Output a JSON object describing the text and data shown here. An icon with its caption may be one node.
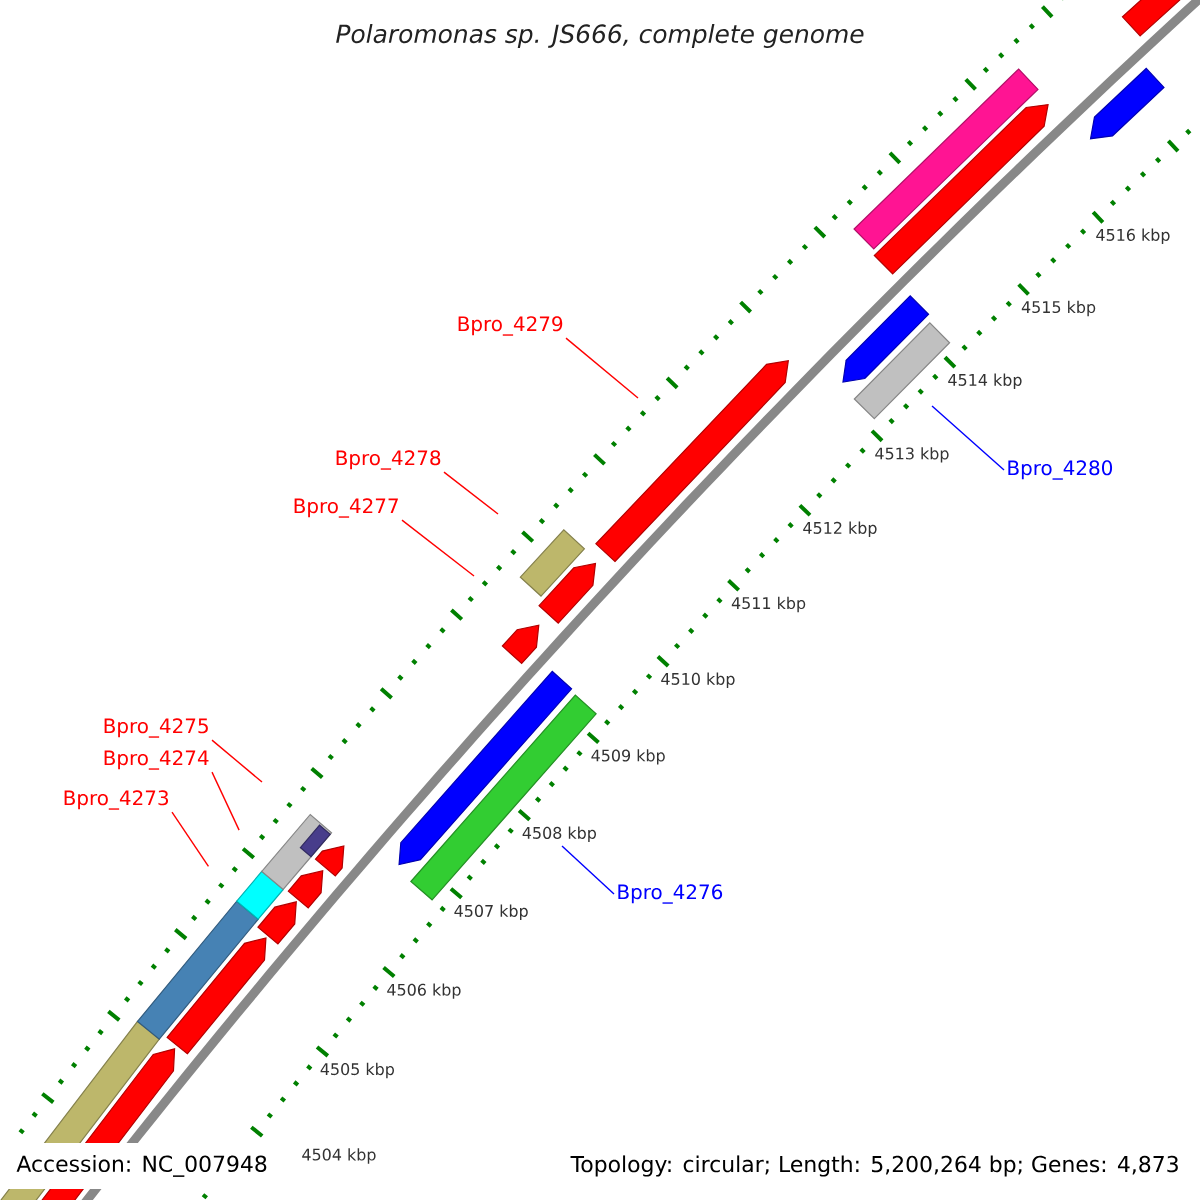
{
  "diagram": {
    "title": "Polaromonas sp. JS666, complete genome",
    "nodes": [
      {
        "text": [
          "Bpro_4279"
        ]
      },
      {
        "text": [
          "Bpro_4278"
        ]
      },
      {
        "text": [
          "Bpro_4280"
        ]
      },
      {
        "text": [
          "Bpro_4277"
        ]
      },
      {
        "text": [
          "Bpro_4275"
        ]
      },
      {
        "text": [
          "Bpro_4274"
        ]
      },
      {
        "text": [
          "Bpro_4273"
        ]
      },
      {
        "text": [
          "Bpro_4276"
        ]
      }
    ],
    "edges": [
      {
        "from": 0,
        "to": null,
        "arrow": "none"
      },
      {
        "from": 1,
        "to": null,
        "arrow": "none"
      },
      {
        "from": 2,
        "to": null,
        "arrow": "none",
        "color": "#0000ff"
      },
      {
        "from": 3,
        "to": null,
        "arrow": "none"
      },
      {
        "from": 4,
        "to": null,
        "arrow": "none"
      },
      {
        "from": 5,
        "to": null,
        "arrow": "none"
      },
      {
        "from": 6,
        "to": null,
        "arrow": "none"
      },
      {
        "from": 7,
        "to": null,
        "arrow": "none",
        "color": "#0000ff"
      }
    ],
    "labels": [
      "4516 kbp",
      "4515 kbp",
      "4514 kbp",
      "4513 kbp",
      "4512 kbp",
      "4511 kbp",
      "4510 kbp",
      "4509 kbp",
      "4508 kbp",
      "4507 kbp",
      "4506 kbp",
      "4505 kbp",
      "4504 kbp",
      "Accession: NC_007948",
      "Topology: circular; Length: 5,200,264 bp; Genes: 4,873"
    ]
  }
}
